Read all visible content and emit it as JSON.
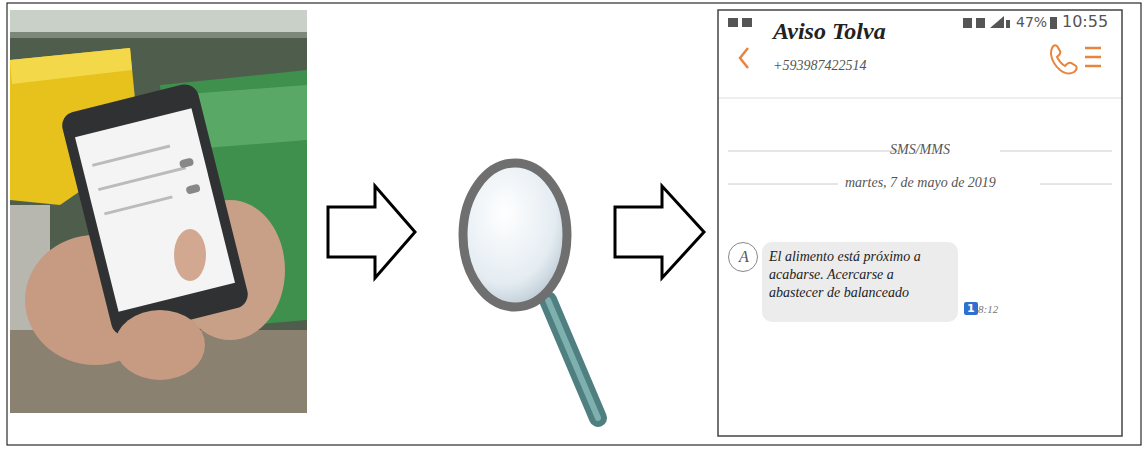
{
  "diagram": {
    "nodes": [
      {
        "text": [
          "Aviso Tolva",
          "+593987422514",
          "SMS/MMS",
          "martes, 7 de mayo de 2019"
        ]
      },
      {
        "text": [
          "El alimento está próximo a acabarse. Acercarse a abastecer de balanceado"
        ],
        "in": 0
      },
      {
        "text": [
          "A"
        ],
        "in": 0
      }
    ],
    "labels": [
      "47%",
      "10:55",
      "1",
      "8:12"
    ]
  }
}
